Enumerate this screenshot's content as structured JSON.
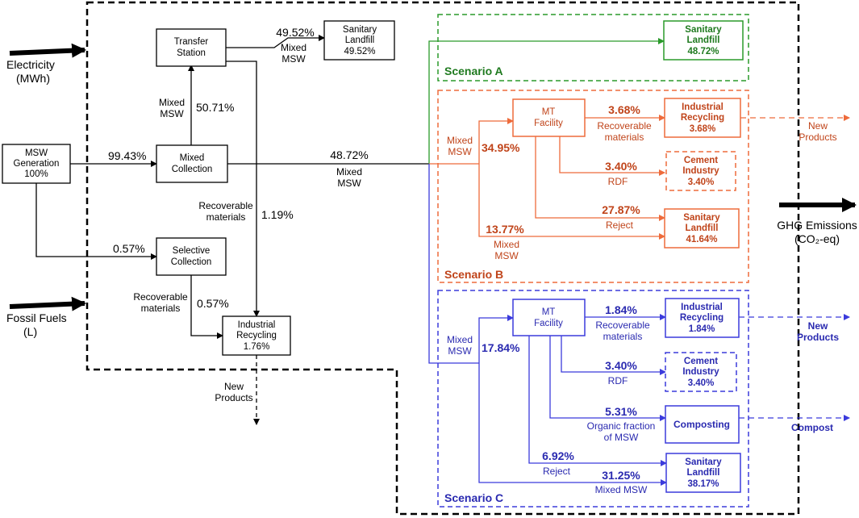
{
  "colors": {
    "black": "#000000",
    "scenario_a": "#2a9a2a",
    "scenario_a_text": "#1f7a1f",
    "scenario_b": "#ee6b3b",
    "scenario_b_text": "#c0441a",
    "scenario_c": "#3b3bdc",
    "scenario_c_text": "#2a2ab0"
  },
  "left": {
    "electricity": [
      "Electricity",
      "(MWh)"
    ],
    "fossil_fuels": [
      "Fossil Fuels",
      "(L)"
    ],
    "ghg": [
      "GHG Emissions",
      "(CO₂-eq)"
    ]
  },
  "boxes": {
    "msw_generation": [
      "MSW",
      "Generation",
      "100%"
    ],
    "transfer_station": [
      "Transfer",
      "Station"
    ],
    "sanitary_landfill_main": [
      "Sanitary",
      "Landfill",
      "49.52%"
    ],
    "mixed_collection": [
      "Mixed",
      "Collection"
    ],
    "selective_collection": [
      "Selective",
      "Collection"
    ],
    "industrial_recycling_main": [
      "Industrial",
      "Recycling",
      "1.76%"
    ]
  },
  "flows": {
    "gen_to_mixed": "99.43%",
    "gen_to_selective": "0.57%",
    "mixed_to_transfer_pct": "50.71%",
    "mixed_to_transfer_label": [
      "Mixed",
      "MSW"
    ],
    "transfer_to_landfill_pct": "49.52%",
    "transfer_to_landfill_label": [
      "Mixed",
      "MSW"
    ],
    "mixed_out_pct": "48.72%",
    "mixed_out_label": [
      "Mixed",
      "MSW"
    ],
    "recoverable_pct": "1.19%",
    "recoverable_label": [
      "Recoverable",
      "materials"
    ],
    "selective_recoverable_pct": "0.57%",
    "selective_recoverable_label": [
      "Recoverable",
      "materials"
    ],
    "new_products": [
      "New",
      "Products"
    ]
  },
  "scenario_a": {
    "title": "Scenario A",
    "landfill": [
      "Sanitary",
      "Landfill",
      "48.72%"
    ]
  },
  "scenario_b": {
    "title": "Scenario B",
    "mixed_msw_in": [
      "Mixed",
      "MSW"
    ],
    "to_mt_pct": "34.95%",
    "to_landfill_pct": "13.77%",
    "to_landfill_label": [
      "Mixed",
      "MSW"
    ],
    "mt_facility": [
      "MT",
      "Facility"
    ],
    "recycling_pct": "3.68%",
    "recycling_label": [
      "Recoverable",
      "materials"
    ],
    "rdf_pct": "3.40%",
    "rdf_label": "RDF",
    "reject_pct": "27.87%",
    "reject_label": "Reject",
    "industrial_recycling": [
      "Industrial",
      "Recycling",
      "3.68%"
    ],
    "cement_industry": [
      "Cement",
      "Industry",
      "3.40%"
    ],
    "sanitary_landfill": [
      "Sanitary",
      "Landfill",
      "41.64%"
    ],
    "new_products": [
      "New",
      "Products"
    ]
  },
  "scenario_c": {
    "title": "Scenario C",
    "mixed_msw_in": [
      "Mixed",
      "MSW"
    ],
    "to_mt_pct": "17.84%",
    "mt_facility": [
      "MT",
      "Facility"
    ],
    "recycling_pct": "1.84%",
    "recycling_label": [
      "Recoverable",
      "materials"
    ],
    "rdf_pct": "3.40%",
    "rdf_label": "RDF",
    "organic_pct": "5.31%",
    "organic_label": [
      "Organic fraction",
      "of MSW"
    ],
    "reject_pct": "6.92%",
    "reject_label": "Reject",
    "landfill_pct": "31.25%",
    "landfill_label": "Mixed MSW",
    "industrial_recycling": [
      "Industrial",
      "Recycling",
      "1.84%"
    ],
    "cement_industry": [
      "Cement",
      "Industry",
      "3.40%"
    ],
    "composting": "Composting",
    "sanitary_landfill": [
      "Sanitary",
      "Landfill",
      "38.17%"
    ],
    "new_products": [
      "New",
      "Products"
    ],
    "compost": "Compost"
  }
}
